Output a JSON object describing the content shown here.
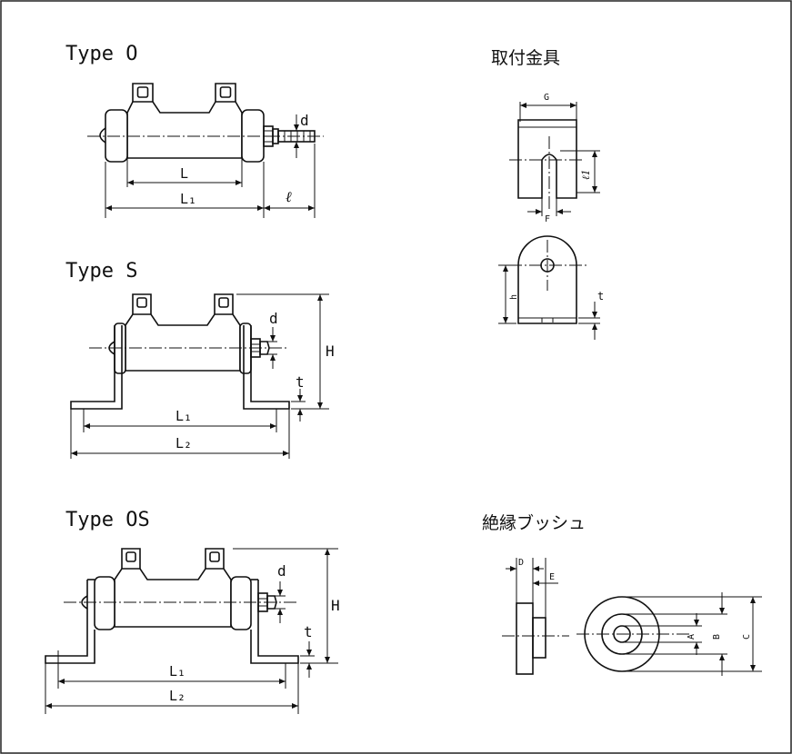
{
  "sections": {
    "type_o": {
      "title": "Type O"
    },
    "type_s": {
      "title": "Type S"
    },
    "type_os": {
      "title": "Type OS"
    },
    "bracket": {
      "title": "取付金具"
    },
    "bushing": {
      "title": "絶縁ブッシュ"
    }
  },
  "labels": {
    "d": "d",
    "L": "L",
    "L1": "L₁",
    "L2": "L₂",
    "ell": "ℓ",
    "ell1": "ℓ1",
    "H": "H",
    "t": "t",
    "G": "G",
    "F": "F",
    "h": "h",
    "A": "A",
    "B": "B",
    "C": "C",
    "D": "D",
    "E": "E"
  }
}
